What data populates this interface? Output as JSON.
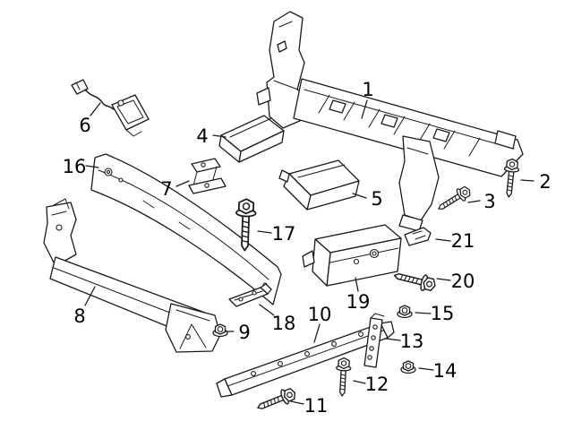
{
  "diagram": {
    "type": "exploded-parts-diagram",
    "background": "#ffffff",
    "line_color": "#1a1a1a",
    "callouts": [
      {
        "text": "1"
      },
      {
        "text": "2"
      },
      {
        "text": "3"
      },
      {
        "text": "4"
      },
      {
        "text": "5"
      },
      {
        "text": "6"
      },
      {
        "text": "7"
      },
      {
        "text": "8"
      },
      {
        "text": "9"
      },
      {
        "text": "10"
      },
      {
        "text": "11"
      },
      {
        "text": "12"
      },
      {
        "text": "13"
      },
      {
        "text": "14"
      },
      {
        "text": "15"
      },
      {
        "text": "16"
      },
      {
        "text": "17"
      },
      {
        "text": "18"
      },
      {
        "text": "19"
      },
      {
        "text": "20"
      },
      {
        "text": "21"
      }
    ]
  }
}
